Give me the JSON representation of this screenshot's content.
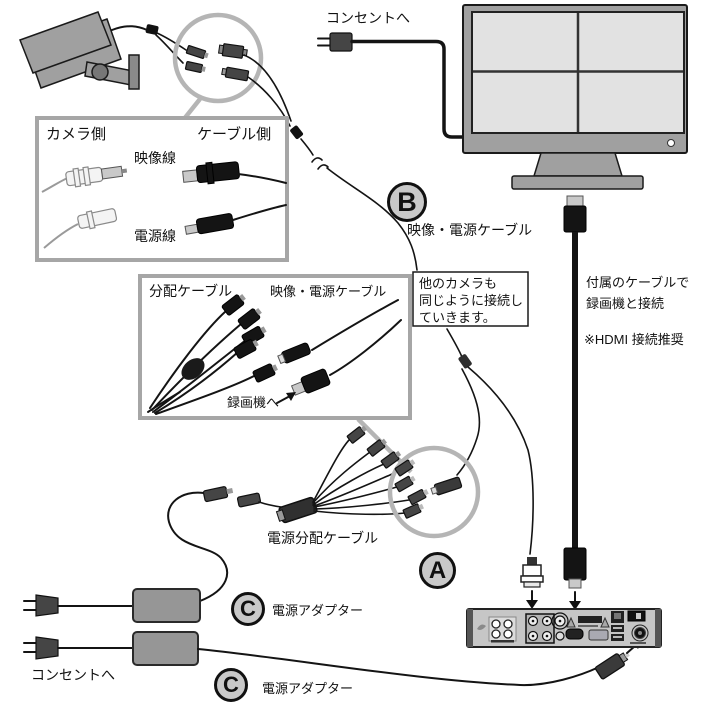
{
  "badges": {
    "a": "A",
    "b": "B",
    "c1": "C",
    "c2": "C"
  },
  "camera_callout": {
    "camera_side": "カメラ側",
    "cable_side": "ケーブル側",
    "video_line": "映像線",
    "power_line": "電源線"
  },
  "splitter_callout": {
    "splitter_cable": "分配ケーブル",
    "video_power_cable": "映像・電源ケーブル",
    "to_recorder": "録画機へ"
  },
  "note_box": {
    "line1": "他のカメラも",
    "line2": "同じように接続し",
    "line3": "ていきます。"
  },
  "labels": {
    "outlet_top": "コンセントへ",
    "outlet_bottom": "コンセントへ",
    "video_power_cable": "映像・電源ケーブル",
    "included_cable_line1": "付属のケーブルで",
    "included_cable_line2": "録画機と接続",
    "hdmi_note": "※HDMI 接続推奨",
    "power_splitter_cable": "電源分配ケーブル",
    "power_adapter_1": "電源アダプター",
    "power_adapter_2": "電源アダプター"
  },
  "colors": {
    "outline": "#1a1a1a",
    "cable": "#141414",
    "device_gray": "#a0a0a0",
    "light_gray": "#c9c9c9",
    "screen_gray": "#e2e2e2",
    "magnifier": "#b5b5b5",
    "callout_border": "#a6a6a6"
  }
}
